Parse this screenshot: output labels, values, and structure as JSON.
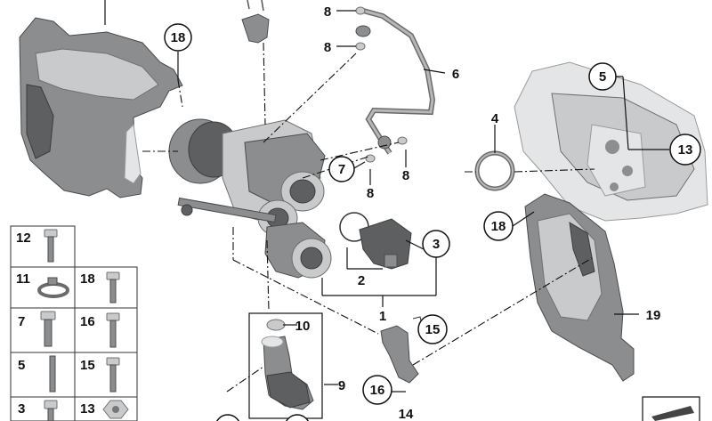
{
  "callouts": {
    "c1": "1",
    "c2": "2",
    "c3": "3",
    "c4": "4",
    "c5": "5",
    "c6": "6",
    "c7": "7",
    "c8a": "8",
    "c8b": "8",
    "c8c": "8",
    "c8d": "8",
    "c9": "9",
    "c10": "10",
    "c13": "13",
    "c14": "14",
    "c15": "15",
    "c16": "16",
    "c18a": "18",
    "c18b": "18",
    "c19": "19"
  },
  "small_parts_grid": [
    {
      "left": "12",
      "right": ""
    },
    {
      "left": "11",
      "right": "18"
    },
    {
      "left": "7",
      "right": "16"
    },
    {
      "left": "5",
      "right": "15"
    },
    {
      "left": "3",
      "right": "13"
    }
  ]
}
